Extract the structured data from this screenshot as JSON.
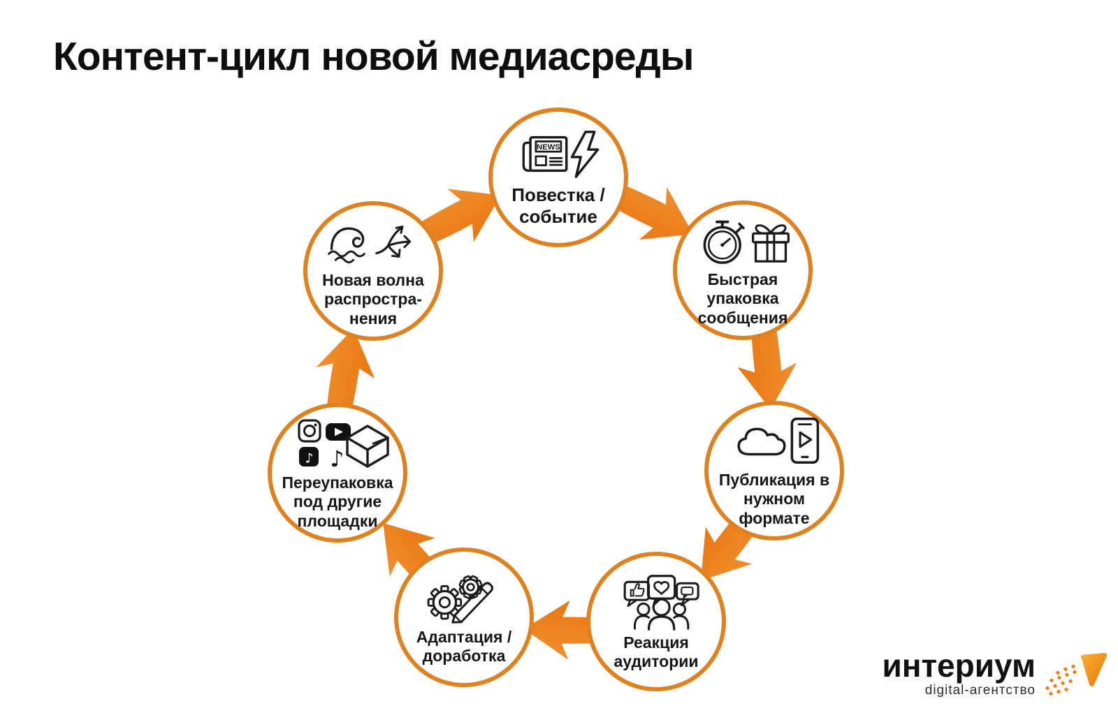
{
  "title": "Контент-цикл новой медиасреды",
  "colors": {
    "arrow": "#ED7D1B",
    "ring": "#E0811F",
    "text": "#161616",
    "background": "#FFFFFF",
    "logo_accent": "#E87C10"
  },
  "nodes": [
    {
      "id": "agenda-event",
      "label": "Повестка /\nсобытие",
      "icons": [
        "newspaper-news-icon",
        "lightning-icon"
      ]
    },
    {
      "id": "fast-packaging",
      "label": "Быстрая\nупаковка\nсообщения",
      "icons": [
        "stopwatch-icon",
        "gift-icon"
      ]
    },
    {
      "id": "publication-format",
      "label": "Публикация в\nнужном\nформате",
      "icons": [
        "cloud-icon",
        "smartphone-play-icon"
      ]
    },
    {
      "id": "audience-reaction",
      "label": "Реакция\nаудитории",
      "icons": [
        "thumbs-up-bubble-icon",
        "heart-bubble-icon",
        "chat-bubble-icon",
        "audience-people-icon"
      ]
    },
    {
      "id": "adaptation",
      "label": "Адаптация /\nдоработка",
      "icons": [
        "gears-icon",
        "pencil-icon"
      ]
    },
    {
      "id": "repackaging",
      "label": "Переупаковка\nпод другие\nплощадки",
      "icons": [
        "instagram-icon",
        "youtube-icon",
        "tiktok-square-icon",
        "tiktok-note-icon",
        "parcel-box-icon"
      ]
    },
    {
      "id": "new-wave",
      "label": "Новая волна\nраспростра-\nнения",
      "icons": [
        "wave-icon",
        "spread-arrows-icon"
      ]
    }
  ],
  "logo": {
    "name": "интериум",
    "tagline": "digital-агентство"
  }
}
